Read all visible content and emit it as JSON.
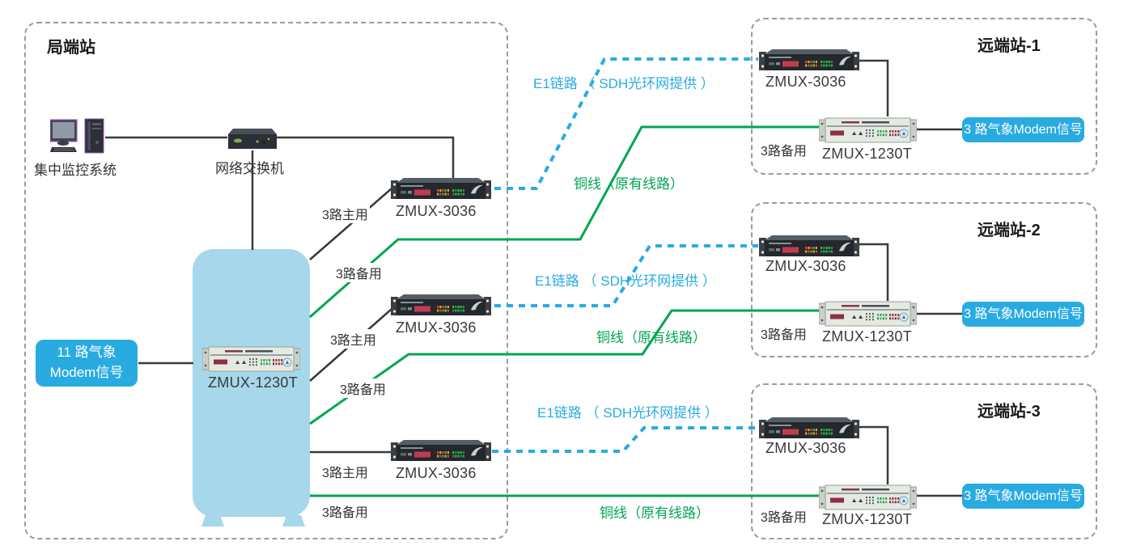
{
  "colors": {
    "link_blue": "#29ABE2",
    "copper_green": "#00A651",
    "cabinet_fill": "#A6D7EA",
    "badge_fill": "#29ABE2",
    "wire_black": "#3A3A3A",
    "border_dash_gray": "#9B9B9B",
    "text_dark": "#333333"
  },
  "local_station": {
    "title": "局端站",
    "monitoring_system_label": "集中监控系统",
    "network_switch_label": "网络交换机",
    "cabinet_mux_label": "ZMUX-1230T",
    "input_badge_line1": "11 路气象",
    "input_badge_line2": "Modem信号",
    "branches": [
      {
        "mux_label": "ZMUX-3036",
        "main_label": "3路主用",
        "backup_label": "3路备用"
      },
      {
        "mux_label": "ZMUX-3036",
        "main_label": "3路主用",
        "backup_label": "3路备用"
      },
      {
        "mux_label": "ZMUX-3036",
        "main_label": "3路主用",
        "backup_label": "3路备用"
      }
    ]
  },
  "links": [
    {
      "e1_label": "E1链路 （ SDH光环网提供 ）",
      "copper_label": "铜线（原有线路）"
    },
    {
      "e1_label": "E1链路 （ SDH光环网提供 ）",
      "copper_label": "铜线（原有线路）"
    },
    {
      "e1_label": "E1链路 （ SDH光环网提供 ）",
      "copper_label": "铜线（原有线路）"
    }
  ],
  "remote_stations": [
    {
      "title": "远端站-1",
      "mux_label": "ZMUX-3036",
      "terminal_mux_label": "ZMUX-1230T",
      "backup_label": "3路备用",
      "output_badge": "3 路气象Modem信号"
    },
    {
      "title": "远端站-2",
      "mux_label": "ZMUX-3036",
      "terminal_mux_label": "ZMUX-1230T",
      "backup_label": "3路备用",
      "output_badge": "3 路气象Modem信号"
    },
    {
      "title": "远端站-3",
      "mux_label": "ZMUX-3036",
      "terminal_mux_label": "ZMUX-1230T",
      "backup_label": "3路备用",
      "output_badge": "3 路气象Modem信号"
    }
  ]
}
